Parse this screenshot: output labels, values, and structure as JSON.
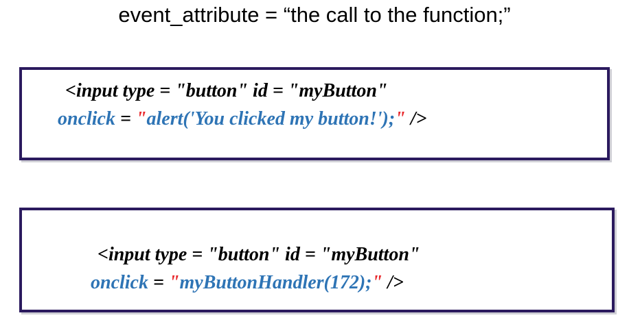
{
  "slide": {
    "title": "event_attribute = “the call to the function;”",
    "background_color": "#ffffff",
    "box_border_color": "#2b1a5e",
    "code_black_color": "#000000",
    "code_blue_color": "#2e74b5",
    "code_red_color": "#e8262a"
  },
  "code_boxes": [
    {
      "name": "inline-alert-example",
      "lines": [
        {
          "tokens": [
            {
              "text": "<input type = \"button\" id = \"myButton\"",
              "color": "black"
            }
          ],
          "plain": "<input type = \"button\" id = \"myButton\""
        },
        {
          "tokens": [
            {
              "text": "onclick",
              "color": "blue"
            },
            {
              "text": " = ",
              "color": "black"
            },
            {
              "text": "\"",
              "color": "red"
            },
            {
              "text": "alert('You clicked my button!');",
              "color": "blue"
            },
            {
              "text": "\"",
              "color": "red"
            },
            {
              "text": " />",
              "color": "black"
            }
          ],
          "plain": "onclick = \"alert('You clicked my button!');\" />"
        }
      ]
    },
    {
      "name": "handler-call-example",
      "lines": [
        {
          "tokens": [
            {
              "text": "<input type = \"button\" id = \"myButton\"",
              "color": "black"
            }
          ],
          "plain": "<input type = \"button\" id = \"myButton\""
        },
        {
          "tokens": [
            {
              "text": "onclick",
              "color": "blue"
            },
            {
              "text": " = ",
              "color": "black"
            },
            {
              "text": "\"",
              "color": "red"
            },
            {
              "text": "myButtonHandler(172);",
              "color": "blue"
            },
            {
              "text": "\"",
              "color": "red"
            },
            {
              "text": " />",
              "color": "black"
            }
          ],
          "plain": "onclick = \"myButtonHandler(172);\" />"
        }
      ]
    }
  ]
}
